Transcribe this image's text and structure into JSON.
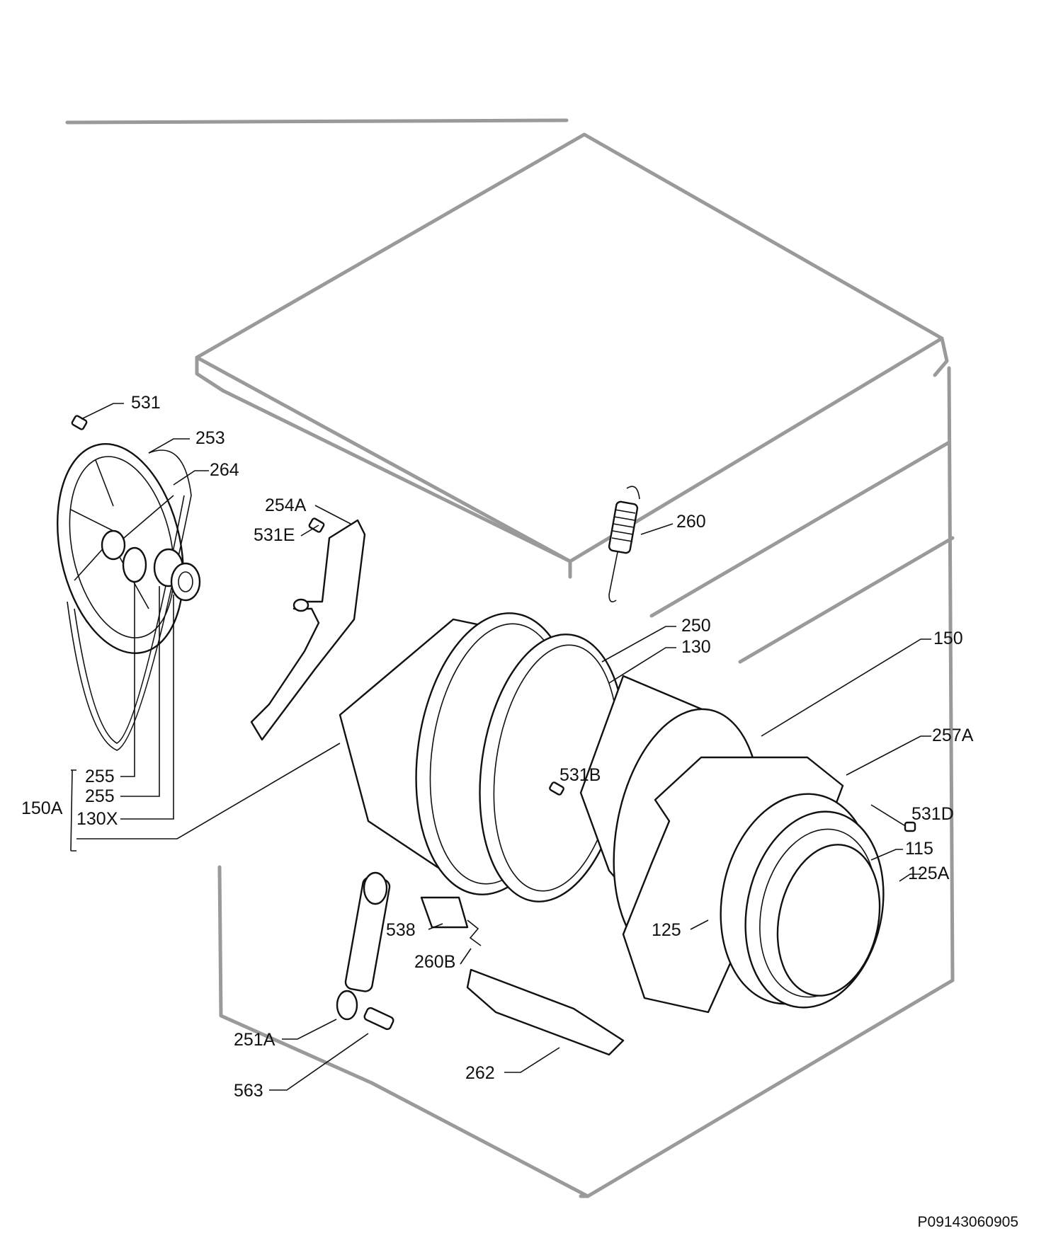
{
  "labels": {
    "p531": "531",
    "p253": "253",
    "p264": "264",
    "p254A": "254A",
    "p531E": "531E",
    "p260": "260",
    "p250": "250",
    "p130": "130",
    "p150": "150",
    "p257A": "257A",
    "p531B": "531B",
    "p531D": "531D",
    "p115": "115",
    "p125A": "125A",
    "p125": "125",
    "p255a": "255",
    "p255b": "255",
    "p130X": "130X",
    "p150A": "150A",
    "p538": "538",
    "p260B": "260B",
    "p251A": "251A",
    "p563": "563",
    "p262": "262"
  },
  "figure_code": "P09143060905"
}
